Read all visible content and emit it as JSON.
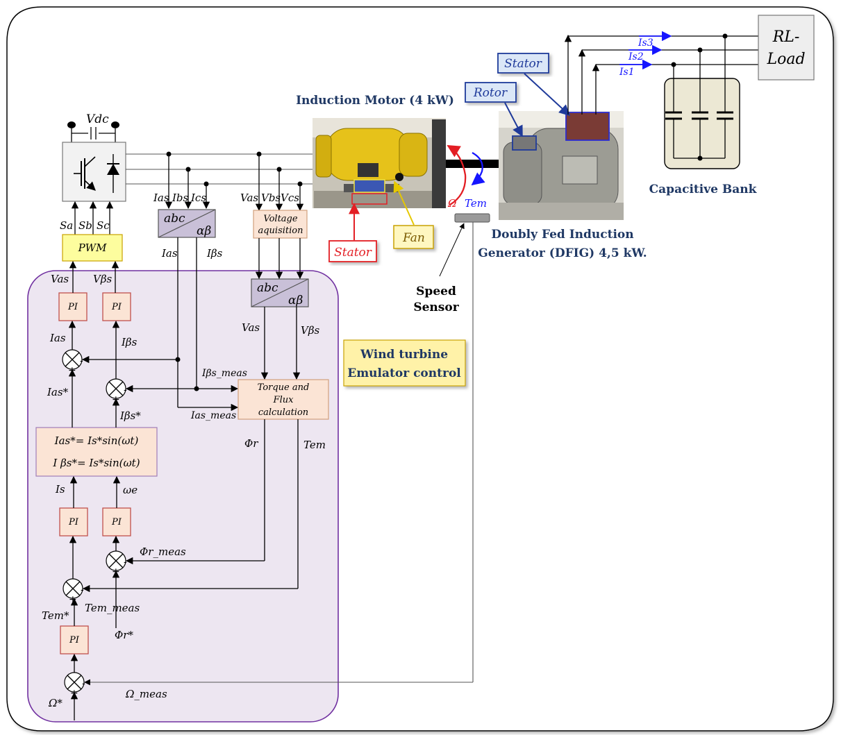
{
  "labels": {
    "vdc": "Vdc",
    "sa": "Sa",
    "sb": "Sb",
    "sc": "Sc",
    "pwm": "PWM",
    "ias_top": "Ias",
    "ibs_top": "Ibs",
    "ics_top": "Ics",
    "vas_top": "Vas",
    "vbs_top": "Vbs",
    "vcs_top": "Vcs",
    "abc": "abc",
    "alphabeta": "αβ",
    "voltage_acq_line1": "Voltage",
    "voltage_acq_line2": "aquisition",
    "ias_mid": "Ias",
    "ibetas_mid": "Iβs",
    "valpha_out": "Vas",
    "vbeta_out": "Vβs",
    "valpha_pwm": "Vas",
    "vbeta_pwm": "Vβs",
    "pi": "PI",
    "ias_err": "Ias",
    "ibetas_err": "Iβs",
    "ias_ref": "Ias*",
    "ibetas_ref": "Iβs*",
    "ibetas_meas": "Iβs_meas",
    "ias_meas": "Ias_meas",
    "torque_line1": "Torque and",
    "torque_line2": "Flux",
    "torque_line3": "calculation",
    "ref_eq1": "Ias*= Is*sin(ωt)",
    "ref_eq2": "I βs*= Is*sin(ωt)",
    "is": "Is",
    "we": "ωe",
    "phir": "Φr",
    "tem_out": "Tem",
    "phir_meas": "Φr_meas",
    "tem_ref": "Tem*",
    "tem_meas": "Tem_meas",
    "phir_ref": "Φr*",
    "omega_ref": "Ω*",
    "omega_meas": "Ω_meas",
    "plus": "+",
    "minus": "-",
    "wind_line1": "Wind turbine",
    "wind_line2": "Emulator control",
    "motor_title": "Induction Motor (4 kW)",
    "stator_red": "Stator",
    "fan": "Fan",
    "omega_sym": "Ω",
    "tem_sym": "Tem",
    "speed_line1": "Speed",
    "speed_line2": "Sensor",
    "rotor": "Rotor",
    "stator_blue": "Stator",
    "dfig_line1": "Doubly Fed Induction",
    "dfig_line2": "Generator (DFIG) 4,5 kW.",
    "is1": "Is1",
    "is2": "Is2",
    "is3": "Is3",
    "rl_line1": "RL-",
    "rl_line2": "Load",
    "capbank": "Capacitive Bank"
  },
  "colors": {
    "control_region": "#ede6f1",
    "control_border": "#7030a0",
    "block_fill": "#fbe4d5",
    "pi_border": "#c0504d",
    "converter_fill": "#c9c0d8",
    "label_blue": "#1f3864",
    "callout_red": "#e31e24",
    "callout_yellow": "#f5e663",
    "callout_blue": "#dbe7f7",
    "arrow_blue": "#1515ff"
  }
}
